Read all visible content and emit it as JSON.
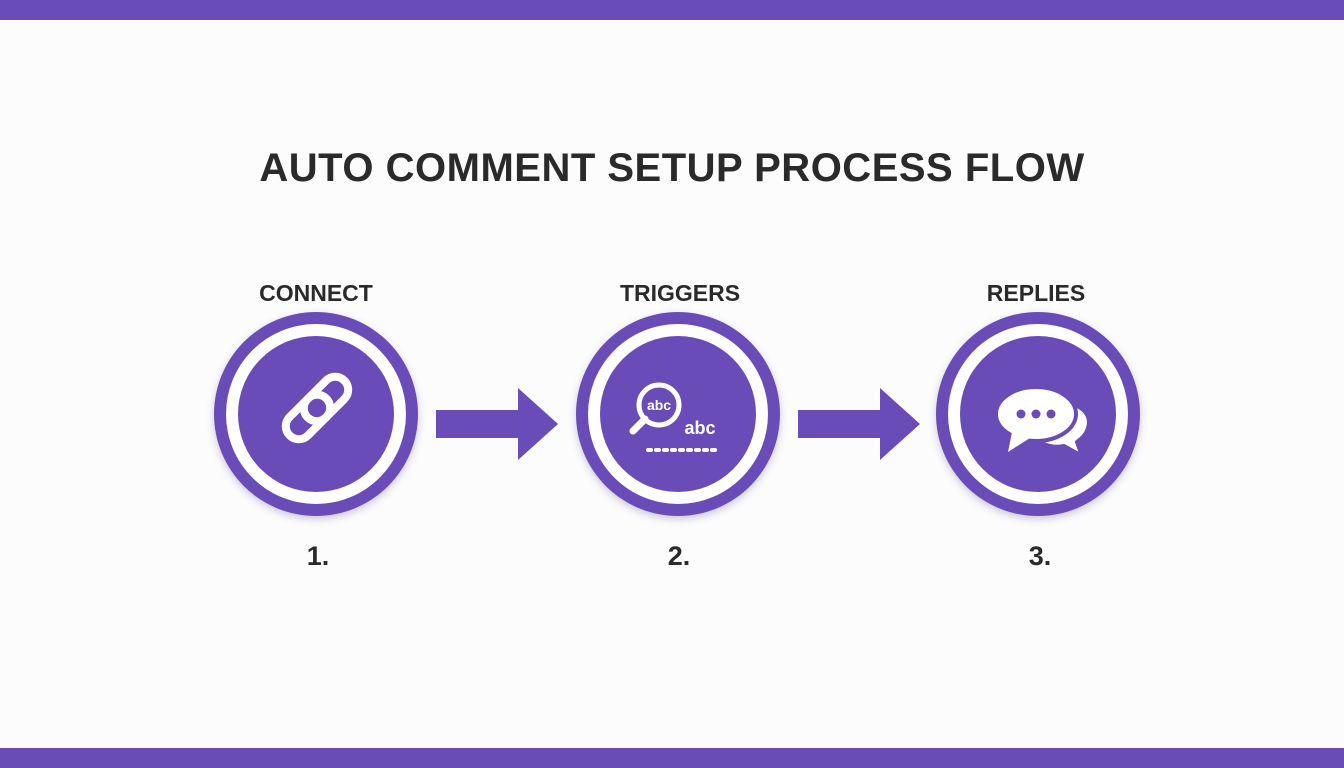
{
  "title": "AUTO COMMENT SETUP PROCESS FLOW",
  "colors": {
    "accent": "#6a4cb8",
    "text": "#2a2a2a",
    "background": "#fcfcfd"
  },
  "steps": [
    {
      "label": "CONNECT",
      "number": "1.",
      "icon": "link-chain-icon"
    },
    {
      "label": "TRIGGERS",
      "number": "2.",
      "icon": "keyword-search-icon",
      "icon_text": [
        "abc",
        "abc"
      ]
    },
    {
      "label": "REPLIES",
      "number": "3.",
      "icon": "chat-bubbles-icon"
    }
  ]
}
